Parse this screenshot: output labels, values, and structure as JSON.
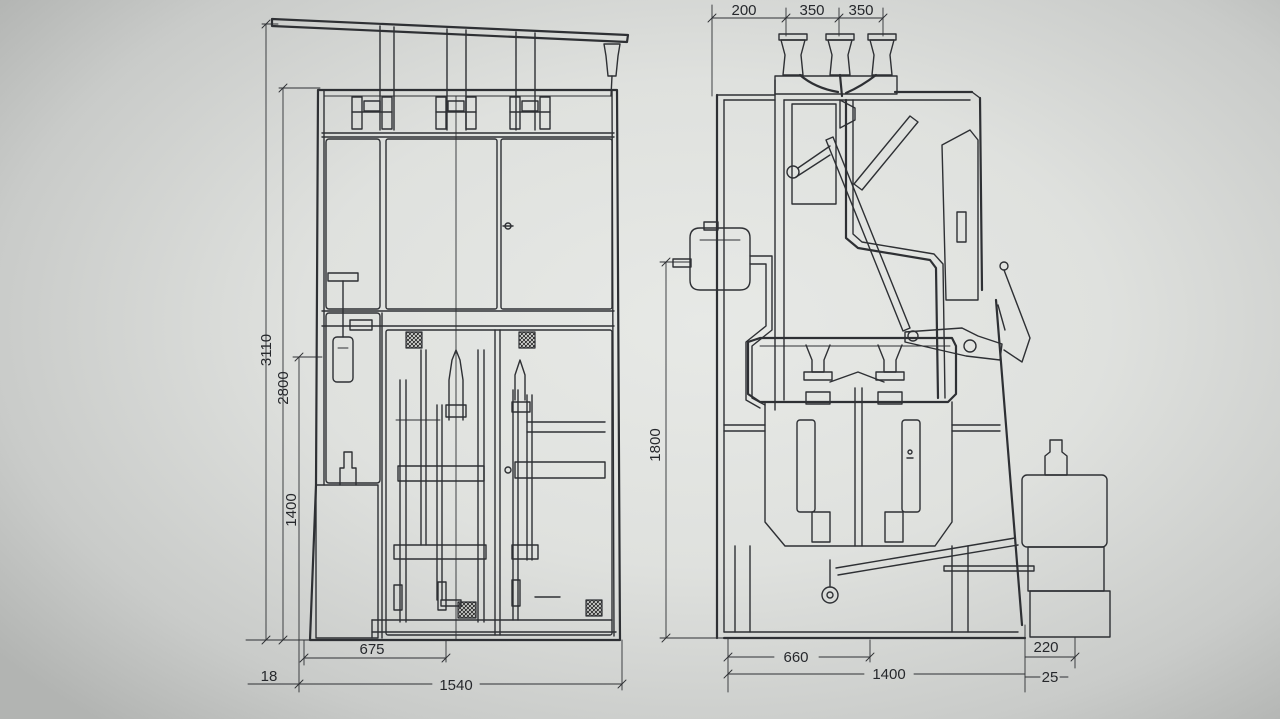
{
  "front_view": {
    "dimensions": {
      "overall_height": "3110",
      "cabinet_height": "2800",
      "lower_height": "1400",
      "base_offset": "18",
      "half_width": "675",
      "overall_width": "1540"
    }
  },
  "side_view": {
    "dimensions": {
      "rear_offset": "200",
      "bushing_spacing_1": "350",
      "bushing_spacing_2": "350",
      "shaft_height": "1800",
      "front_depth": "660",
      "overall_depth": "1400",
      "unit_width": "220",
      "unit_gap": "25"
    }
  },
  "colors": {
    "paper": "#dfe1de",
    "ink": "#2e3034"
  }
}
